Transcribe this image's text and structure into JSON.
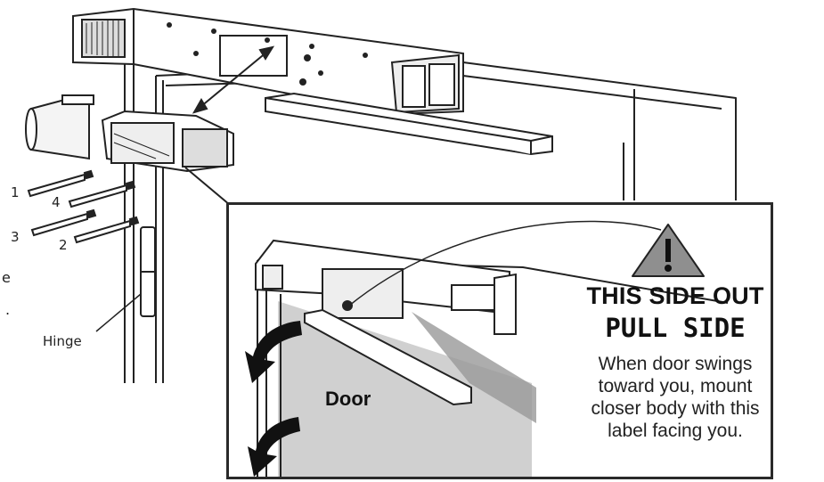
{
  "labels": {
    "hinge": "Hinge",
    "screw_numbers": [
      "1",
      "4",
      "3",
      "2"
    ],
    "edge_fragment_1": "e",
    "edge_fragment_2": "."
  },
  "inset": {
    "warning_title": "THIS SIDE OUT",
    "warning_subtitle": "PULL SIDE",
    "instructions": [
      "When door swings",
      "toward you, mount",
      "closer body with this",
      "label facing you."
    ],
    "door_label": "Door"
  },
  "icons": [
    "warning-triangle-icon",
    "swing-arrow-icon",
    "double-arrow-icon"
  ],
  "colors": {
    "line": "#222222",
    "door_fill": "#d0d0d0",
    "warning_fill": "#8f8f8f"
  }
}
